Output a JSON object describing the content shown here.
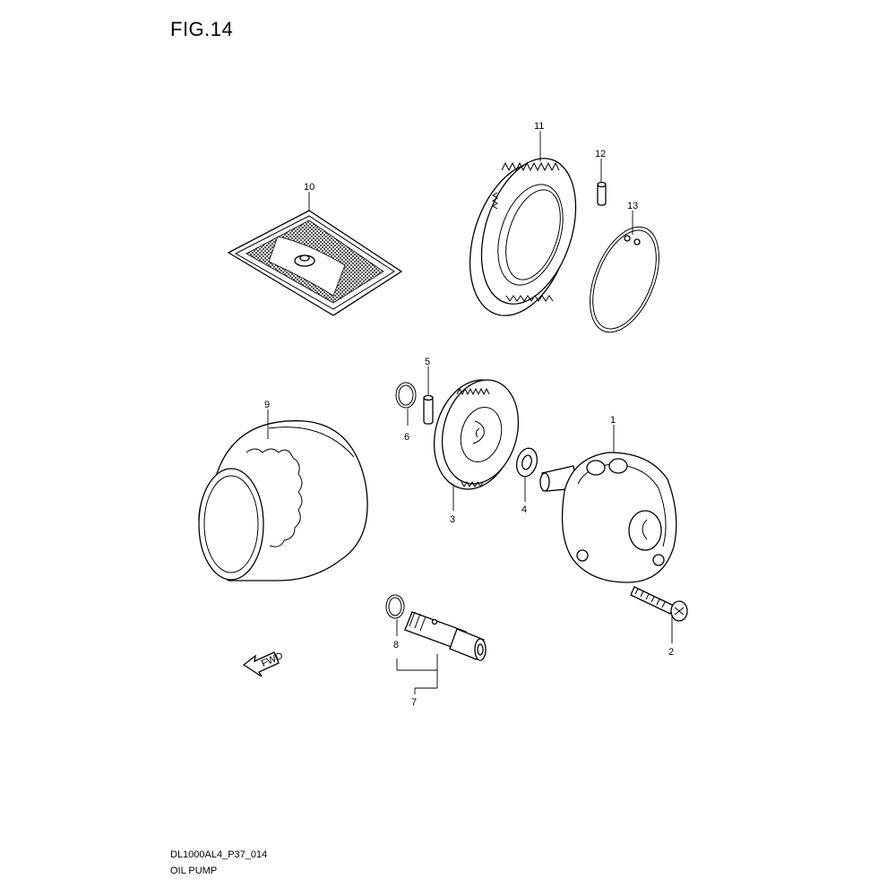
{
  "figure": {
    "title": "FIG.14"
  },
  "footer": {
    "code": "DL1000AL4_P37_014",
    "name": "OIL PUMP"
  },
  "fwd_label": "FWD",
  "callouts": [
    {
      "id": "p1",
      "label": "1"
    },
    {
      "id": "p2",
      "label": "2"
    },
    {
      "id": "p3",
      "label": "3"
    },
    {
      "id": "p4",
      "label": "4"
    },
    {
      "id": "p5",
      "label": "5"
    },
    {
      "id": "p6",
      "label": "6"
    },
    {
      "id": "p7",
      "label": "7"
    },
    {
      "id": "p8",
      "label": "8"
    },
    {
      "id": "p9",
      "label": "9"
    },
    {
      "id": "p10",
      "label": "10"
    },
    {
      "id": "p11",
      "label": "11"
    },
    {
      "id": "p12",
      "label": "12"
    },
    {
      "id": "p13",
      "label": "13"
    }
  ]
}
